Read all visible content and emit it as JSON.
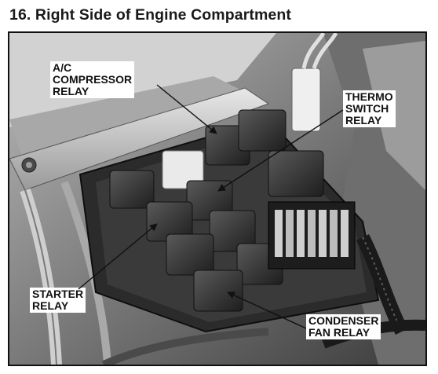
{
  "title": "16. Right Side of Engine Compartment",
  "callouts": {
    "ac_compressor_relay": "A/C\nCOMPRESSOR\nRELAY",
    "thermo_switch_relay": "THERMO\nSWITCH\nRELAY",
    "starter_relay": "STARTER\nRELAY",
    "condenser_fan_relay": "CONDENSER\nFAN RELAY"
  }
}
